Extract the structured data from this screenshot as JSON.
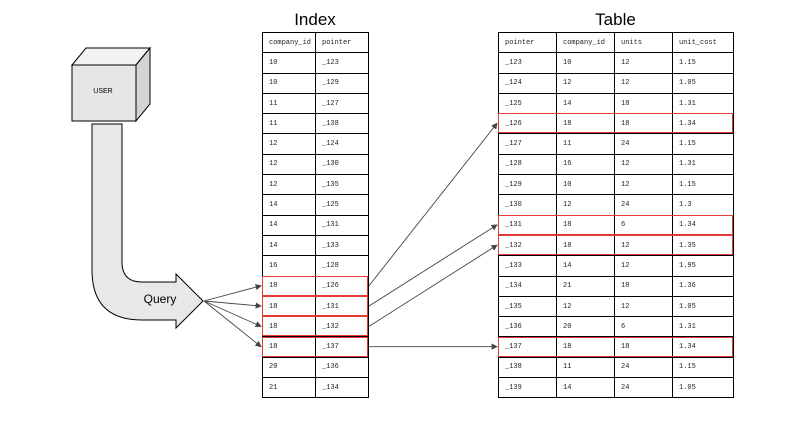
{
  "index": {
    "title": "Index",
    "columns": [
      "company_id",
      "pointer"
    ],
    "rows": [
      [
        "10",
        "_123"
      ],
      [
        "10",
        "_129"
      ],
      [
        "11",
        "_127"
      ],
      [
        "11",
        "_138"
      ],
      [
        "12",
        "_124"
      ],
      [
        "12",
        "_130"
      ],
      [
        "12",
        "_135"
      ],
      [
        "14",
        "_125"
      ],
      [
        "14",
        "_131"
      ],
      [
        "14",
        "_133"
      ],
      [
        "16",
        "_128"
      ],
      [
        "18",
        "_126"
      ],
      [
        "18",
        "_131"
      ],
      [
        "18",
        "_132"
      ],
      [
        "18",
        "_137"
      ],
      [
        "20",
        "_136"
      ],
      [
        "21",
        "_134"
      ]
    ],
    "highlighted_rows": [
      11,
      12,
      13,
      14
    ]
  },
  "table": {
    "title": "Table",
    "columns": [
      "pointer",
      "company_id",
      "units",
      "unit_cost"
    ],
    "rows": [
      [
        "_123",
        "10",
        "12",
        "1.15"
      ],
      [
        "_124",
        "12",
        "12",
        "1.05"
      ],
      [
        "_125",
        "14",
        "18",
        "1.31"
      ],
      [
        "_126",
        "18",
        "18",
        "1.34"
      ],
      [
        "_127",
        "11",
        "24",
        "1.15"
      ],
      [
        "_128",
        "16",
        "12",
        "1.31"
      ],
      [
        "_129",
        "10",
        "12",
        "1.15"
      ],
      [
        "_130",
        "12",
        "24",
        "1.3"
      ],
      [
        "_131",
        "18",
        "6",
        "1.34"
      ],
      [
        "_132",
        "18",
        "12",
        "1.35"
      ],
      [
        "_133",
        "14",
        "12",
        "1.95"
      ],
      [
        "_134",
        "21",
        "18",
        "1.36"
      ],
      [
        "_135",
        "12",
        "12",
        "1.05"
      ],
      [
        "_136",
        "20",
        "6",
        "1.31"
      ],
      [
        "_137",
        "18",
        "18",
        "1.34"
      ],
      [
        "_138",
        "11",
        "24",
        "1.15"
      ],
      [
        "_139",
        "14",
        "24",
        "1.05"
      ]
    ],
    "highlighted_rows": [
      3,
      8,
      9,
      14
    ]
  },
  "pointer_links": [
    {
      "from_index_row": 11,
      "to_table_row": 3
    },
    {
      "from_index_row": 12,
      "to_table_row": 8
    },
    {
      "from_index_row": 13,
      "to_table_row": 9
    },
    {
      "from_index_row": 14,
      "to_table_row": 14
    }
  ],
  "query_links": [
    11,
    12,
    13,
    14
  ],
  "user_label": "USER",
  "query_label": "Query",
  "colors": {
    "highlight": "#e53935",
    "arrow": "#444444",
    "cube_front": "#e6e6e6",
    "cube_top": "#f2f2f2",
    "cube_side": "#d4d4d4",
    "query_arrow_fill": "#e8e8e8"
  },
  "icons": [
    "cube-icon",
    "bent-arrow-icon"
  ]
}
